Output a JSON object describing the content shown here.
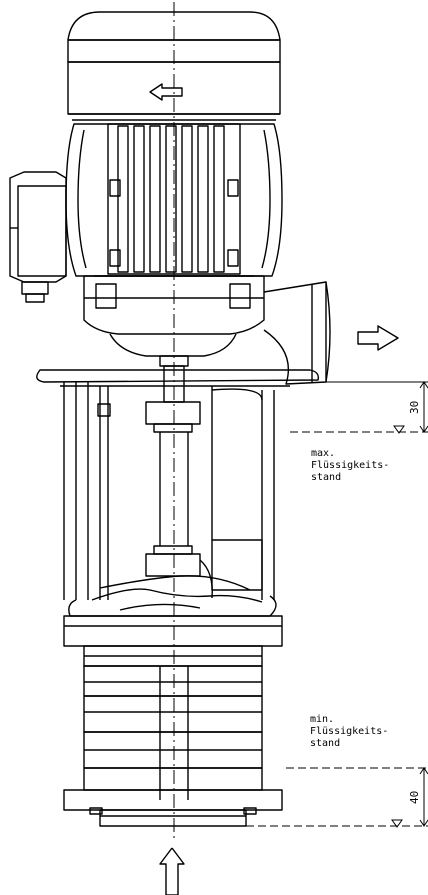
{
  "annotations": {
    "max_level": {
      "line1": "max.",
      "line2": "Flüssigkeits-",
      "line3": "stand"
    },
    "min_level": {
      "line1": "min.",
      "line2": "Flüssigkeits-",
      "line3": "stand"
    }
  },
  "dimensions": {
    "upper": "30",
    "lower": "40"
  }
}
